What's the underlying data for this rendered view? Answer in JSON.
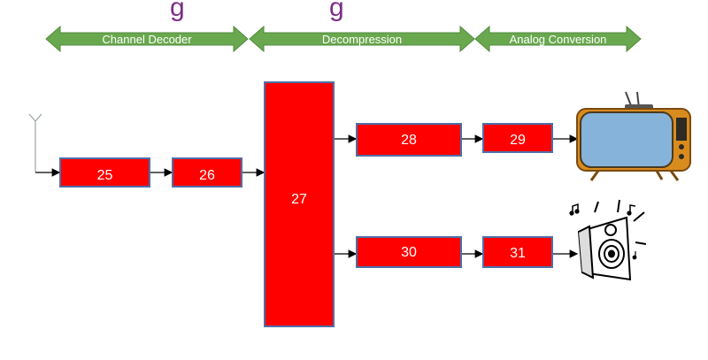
{
  "colors": {
    "stage_arrow": "#6aa84f",
    "stage_arrow_border": "#4e8a3a",
    "block_fill": "#ff0000",
    "block_border": "#4f6fa8",
    "title": "#7b2f86",
    "tv_body": "#d98c1e",
    "tv_screen": "#86b3d9"
  },
  "title_fragment": "g",
  "stages": [
    {
      "label": "Channel Decoder"
    },
    {
      "label": "Decompression"
    },
    {
      "label": "Analog Conversion"
    }
  ],
  "blocks": [
    {
      "id": "b25",
      "label": "25"
    },
    {
      "id": "b26",
      "label": "26"
    },
    {
      "id": "b27",
      "label": "27"
    },
    {
      "id": "b28",
      "label": "28"
    },
    {
      "id": "b29",
      "label": "29"
    },
    {
      "id": "b30",
      "label": "30"
    },
    {
      "id": "b31",
      "label": "31"
    }
  ],
  "icons": {
    "antenna": "antenna-icon",
    "tv": "television-icon",
    "speaker": "speaker-icon"
  }
}
